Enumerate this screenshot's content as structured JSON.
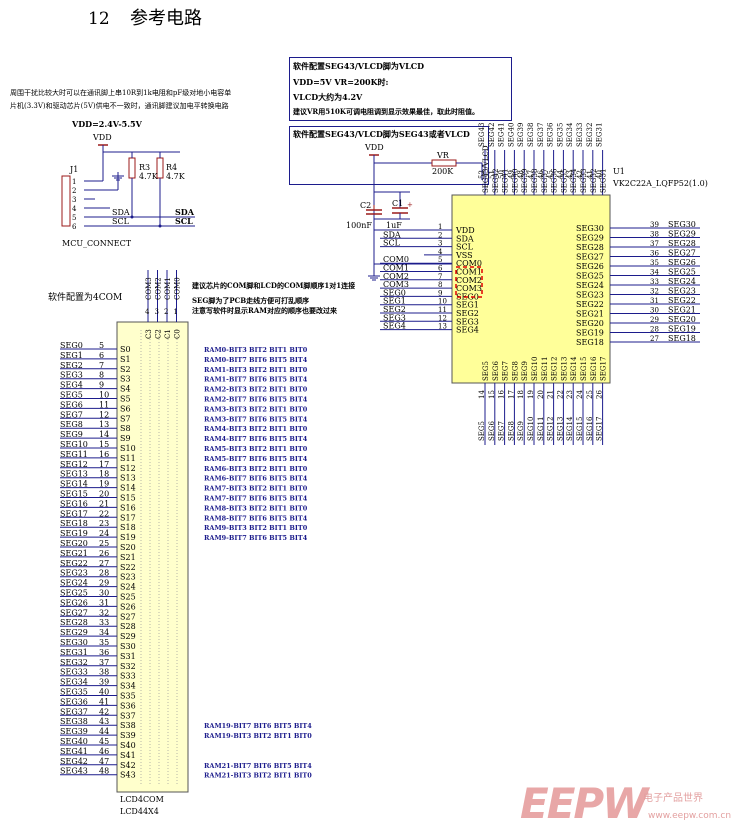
{
  "section": {
    "number": "12",
    "title": "参考电路"
  },
  "notes": {
    "interface_note_line1": "周围干扰比较大时可以在通讯脚上串10R到1k电阻和pF级对地小电容单",
    "interface_note_line2": "片机(3.3V)和驱动芯片(5V)供电不一致时，通讯脚建议加电平转换电路",
    "vdd_range": "VDD=2.4V-5.5V",
    "vlcd_box": {
      "title": "软件配置SEG43/VLCD脚为VLCD",
      "line1": "VDD=5V VR=200K时:",
      "line2": "VLCD大约为4.2V",
      "line3": "建议VR用510K可调电阻调到显示效果最佳，取此时阻值。"
    },
    "seg43_box_title": "软件配置SEG43/VLCD脚为SEG43或者VLCD",
    "com_note_line1": "建议芯片的COM脚和LCD的COM脚顺序1对1连接",
    "com_note_line2": "SEG脚为了PCB走线方便可打乱顺序",
    "com_note_line3": "注意写软件时显示RAM对应的顺序也要改过来",
    "config_4com": "软件配置为4COM"
  },
  "connector": {
    "ref": "J1",
    "name": "MCU_CONNECT",
    "pins": [
      "1",
      "2",
      "3",
      "4",
      "5",
      "6"
    ],
    "sda": "SDA",
    "scl": "SCL",
    "vdd": "VDD",
    "r3": "R3",
    "r3_val": "4.7K",
    "r4": "R4",
    "r4_val": "4.7K"
  },
  "vlcd": {
    "vdd": "VDD",
    "vr": "VR",
    "vr_val": "200K",
    "c2": "C2",
    "c2_val": "100nF",
    "c1": "C1",
    "c1_val": "1uF",
    "vdd_pin": "VDD"
  },
  "chip": {
    "ref": "U1",
    "part": "VK2C22A_LQFP52(1.0)",
    "left_pins": [
      {
        "net": "",
        "num": "1",
        "name": "VDD"
      },
      {
        "net": "SDA",
        "num": "2",
        "name": "SDA"
      },
      {
        "net": "SCL",
        "num": "3",
        "name": "SCL"
      },
      {
        "net": "",
        "num": "4",
        "name": "VSS"
      },
      {
        "net": "COM0",
        "num": "5",
        "name": "COM0"
      },
      {
        "net": "COM1",
        "num": "6",
        "name": "COM1"
      },
      {
        "net": "COM2",
        "num": "7",
        "name": "COM2"
      },
      {
        "net": "COM3",
        "num": "8",
        "name": "COM3"
      },
      {
        "net": "SEG0",
        "num": "9",
        "name": "SEG0"
      },
      {
        "net": "SEG1",
        "num": "10",
        "name": "SEG1"
      },
      {
        "net": "SEG2",
        "num": "11",
        "name": "SEG2"
      },
      {
        "net": "SEG3",
        "num": "12",
        "name": "SEG3"
      },
      {
        "net": "SEG4",
        "num": "13",
        "name": "SEG4"
      }
    ],
    "right_pins": [
      {
        "num": "39",
        "name": "SEG30",
        "net": "SEG30"
      },
      {
        "num": "38",
        "name": "SEG29",
        "net": "SEG29"
      },
      {
        "num": "37",
        "name": "SEG28",
        "net": "SEG28"
      },
      {
        "num": "36",
        "name": "SEG27",
        "net": "SEG27"
      },
      {
        "num": "35",
        "name": "SEG26",
        "net": "SEG26"
      },
      {
        "num": "34",
        "name": "SEG25",
        "net": "SEG25"
      },
      {
        "num": "33",
        "name": "SEG24",
        "net": "SEG24"
      },
      {
        "num": "32",
        "name": "SEG23",
        "net": "SEG23"
      },
      {
        "num": "31",
        "name": "SEG22",
        "net": "SEG22"
      },
      {
        "num": "30",
        "name": "SEG21",
        "net": "SEG21"
      },
      {
        "num": "29",
        "name": "SEG20",
        "net": "SEG20"
      },
      {
        "num": "28",
        "name": "SEG19",
        "net": "SEG19"
      },
      {
        "num": "27",
        "name": "SEG18",
        "net": "SEG18"
      }
    ],
    "top_pins": [
      {
        "num": "52",
        "name": "SEG43/VLCD",
        "net": ""
      },
      {
        "num": "51",
        "name": "SEG42",
        "net": "SEG42"
      },
      {
        "num": "50",
        "name": "SEG41",
        "net": "SEG41"
      },
      {
        "num": "49",
        "name": "SEG40",
        "net": "SEG40"
      },
      {
        "num": "48",
        "name": "SEG39",
        "net": "SEG39"
      },
      {
        "num": "47",
        "name": "SEG38",
        "net": "SEG38"
      },
      {
        "num": "46",
        "name": "SEG37",
        "net": "SEG37"
      },
      {
        "num": "45",
        "name": "SEG36",
        "net": "SEG36"
      },
      {
        "num": "44",
        "name": "SEG35",
        "net": "SEG35"
      },
      {
        "num": "43",
        "name": "SEG34",
        "net": "SEG34"
      },
      {
        "num": "42",
        "name": "SEG33",
        "net": "SEG33"
      },
      {
        "num": "41",
        "name": "SEG32",
        "net": "SEG32"
      },
      {
        "num": "40",
        "name": "SEG31",
        "net": "SEG31"
      }
    ],
    "top_net_extra": "SEG43",
    "bottom_pins": [
      {
        "num": "14",
        "name": "SEG5",
        "net": "SEG5"
      },
      {
        "num": "15",
        "name": "SEG6",
        "net": "SEG6"
      },
      {
        "num": "16",
        "name": "SEG7",
        "net": "SEG7"
      },
      {
        "num": "17",
        "name": "SEG8",
        "net": "SEG8"
      },
      {
        "num": "18",
        "name": "SEG9",
        "net": "SEG9"
      },
      {
        "num": "19",
        "name": "SEG10",
        "net": "SEG10"
      },
      {
        "num": "20",
        "name": "SEG11",
        "net": "SEG11"
      },
      {
        "num": "21",
        "name": "SEG12",
        "net": "SEG12"
      },
      {
        "num": "22",
        "name": "SEG13",
        "net": "SEG13"
      },
      {
        "num": "23",
        "name": "SEG14",
        "net": "SEG14"
      },
      {
        "num": "24",
        "name": "SEG15",
        "net": "SEG15"
      },
      {
        "num": "25",
        "name": "SEG16",
        "net": "SEG16"
      },
      {
        "num": "26",
        "name": "SEG17",
        "net": "SEG17"
      }
    ]
  },
  "lcd": {
    "ref": "LCD4COM",
    "part": "LCD44X4",
    "com_nets": [
      "COM3",
      "COM2",
      "COM1",
      "COM0"
    ],
    "com_pin_nums": [
      "4",
      "3",
      "2",
      "1"
    ],
    "com_inner": [
      "C3",
      "C2",
      "C1",
      "C0"
    ],
    "seg_pins": [
      {
        "net": "SEG0",
        "num": "5",
        "name": "S0"
      },
      {
        "net": "SEG1",
        "num": "6",
        "name": "S1"
      },
      {
        "net": "SEG2",
        "num": "7",
        "name": "S2"
      },
      {
        "net": "SEG3",
        "num": "8",
        "name": "S3"
      },
      {
        "net": "SEG4",
        "num": "9",
        "name": "S4"
      },
      {
        "net": "SEG5",
        "num": "10",
        "name": "S5"
      },
      {
        "net": "SEG6",
        "num": "11",
        "name": "S6"
      },
      {
        "net": "SEG7",
        "num": "12",
        "name": "S7"
      },
      {
        "net": "SEG8",
        "num": "13",
        "name": "S8"
      },
      {
        "net": "SEG9",
        "num": "14",
        "name": "S9"
      },
      {
        "net": "SEG10",
        "num": "15",
        "name": "S10"
      },
      {
        "net": "SEG11",
        "num": "16",
        "name": "S11"
      },
      {
        "net": "SEG12",
        "num": "17",
        "name": "S12"
      },
      {
        "net": "SEG13",
        "num": "18",
        "name": "S13"
      },
      {
        "net": "SEG14",
        "num": "19",
        "name": "S14"
      },
      {
        "net": "SEG15",
        "num": "20",
        "name": "S15"
      },
      {
        "net": "SEG16",
        "num": "21",
        "name": "S16"
      },
      {
        "net": "SEG17",
        "num": "22",
        "name": "S17"
      },
      {
        "net": "SEG18",
        "num": "23",
        "name": "S18"
      },
      {
        "net": "SEG19",
        "num": "24",
        "name": "S19"
      },
      {
        "net": "SEG20",
        "num": "25",
        "name": "S20"
      },
      {
        "net": "SEG21",
        "num": "26",
        "name": "S21"
      },
      {
        "net": "SEG22",
        "num": "27",
        "name": "S22"
      },
      {
        "net": "SEG23",
        "num": "28",
        "name": "S23"
      },
      {
        "net": "SEG24",
        "num": "29",
        "name": "S24"
      },
      {
        "net": "SEG25",
        "num": "30",
        "name": "S25"
      },
      {
        "net": "SEG26",
        "num": "31",
        "name": "S26"
      },
      {
        "net": "SEG27",
        "num": "32",
        "name": "S27"
      },
      {
        "net": "SEG28",
        "num": "33",
        "name": "S28"
      },
      {
        "net": "SEG29",
        "num": "34",
        "name": "S29"
      },
      {
        "net": "SEG30",
        "num": "35",
        "name": "S30"
      },
      {
        "net": "SEG31",
        "num": "36",
        "name": "S31"
      },
      {
        "net": "SEG32",
        "num": "37",
        "name": "S32"
      },
      {
        "net": "SEG33",
        "num": "38",
        "name": "S33"
      },
      {
        "net": "SEG34",
        "num": "39",
        "name": "S34"
      },
      {
        "net": "SEG35",
        "num": "40",
        "name": "S35"
      },
      {
        "net": "SEG36",
        "num": "41",
        "name": "S36"
      },
      {
        "net": "SEG37",
        "num": "42",
        "name": "S37"
      },
      {
        "net": "SEG38",
        "num": "43",
        "name": "S38"
      },
      {
        "net": "SEG39",
        "num": "44",
        "name": "S39"
      },
      {
        "net": "SEG40",
        "num": "45",
        "name": "S40"
      },
      {
        "net": "SEG41",
        "num": "46",
        "name": "S41"
      },
      {
        "net": "SEG42",
        "num": "47",
        "name": "S42"
      },
      {
        "net": "SEG43",
        "num": "48",
        "name": "S43"
      }
    ],
    "ram_map": [
      {
        "row": 0,
        "text": "RAM0-BIT3 BIT2 BIT1  BIT0"
      },
      {
        "row": 1,
        "text": "RAM0-BIT7  BIT6  BIT5 BIT4"
      },
      {
        "row": 2,
        "text": "RAM1-BIT3 BIT2 BIT1  BIT0"
      },
      {
        "row": 3,
        "text": "RAM1-BIT7  BIT6  BIT5 BIT4"
      },
      {
        "row": 4,
        "text": "RAM2-BIT3 BIT2 BIT1  BIT0"
      },
      {
        "row": 5,
        "text": "RAM2-BIT7  BIT6  BIT5 BIT4"
      },
      {
        "row": 6,
        "text": "RAM3-BIT3 BIT2 BIT1  BIT0"
      },
      {
        "row": 7,
        "text": "RAM3-BIT7  BIT6  BIT5 BIT4"
      },
      {
        "row": 8,
        "text": "RAM4-BIT3 BIT2 BIT1  BIT0"
      },
      {
        "row": 9,
        "text": "RAM4-BIT7  BIT6  BIT5 BIT4"
      },
      {
        "row": 10,
        "text": "RAM5-BIT3 BIT2 BIT1  BIT0"
      },
      {
        "row": 11,
        "text": "RAM5-BIT7  BIT6  BIT5 BIT4"
      },
      {
        "row": 12,
        "text": "RAM6-BIT3 BIT2 BIT1  BIT0"
      },
      {
        "row": 13,
        "text": "RAM6-BIT7  BIT6  BIT5 BIT4"
      },
      {
        "row": 14,
        "text": "RAM7-BIT3 BIT2 BIT1  BIT0"
      },
      {
        "row": 15,
        "text": "RAM7-BIT7  BIT6  BIT5 BIT4"
      },
      {
        "row": 16,
        "text": "RAM8-BIT3 BIT2 BIT1  BIT0"
      },
      {
        "row": 17,
        "text": "RAM8-BIT7  BIT6  BIT5 BIT4"
      },
      {
        "row": 18,
        "text": "RAM9-BIT3 BIT2 BIT1  BIT0"
      },
      {
        "row": 19,
        "text": "RAM9-BIT7  BIT6  BIT5 BIT4"
      },
      {
        "row": 38,
        "text": "RAM19-BIT7  BIT6  BIT5 BIT4"
      },
      {
        "row": 39,
        "text": "RAM19-BIT3 BIT2 BIT1  BIT0"
      },
      {
        "row": 42,
        "text": "RAM21-BIT7  BIT6  BIT5 BIT4"
      },
      {
        "row": 43,
        "text": "RAM21-BIT3 BIT2 BIT1  BIT0"
      }
    ]
  },
  "watermark": {
    "brand": "EEPW",
    "tagline": "电子产品世界",
    "url": "www.eepw.com.cn"
  },
  "colors": {
    "wire": "#1c1c8c",
    "component": "#9b1a1a",
    "chip_fill": "#ffff99",
    "lcd_fill": "#ffffcc",
    "ram_text": "#1c1c8c",
    "highlight": "#e00000",
    "watermark": "#e8a7a7"
  }
}
